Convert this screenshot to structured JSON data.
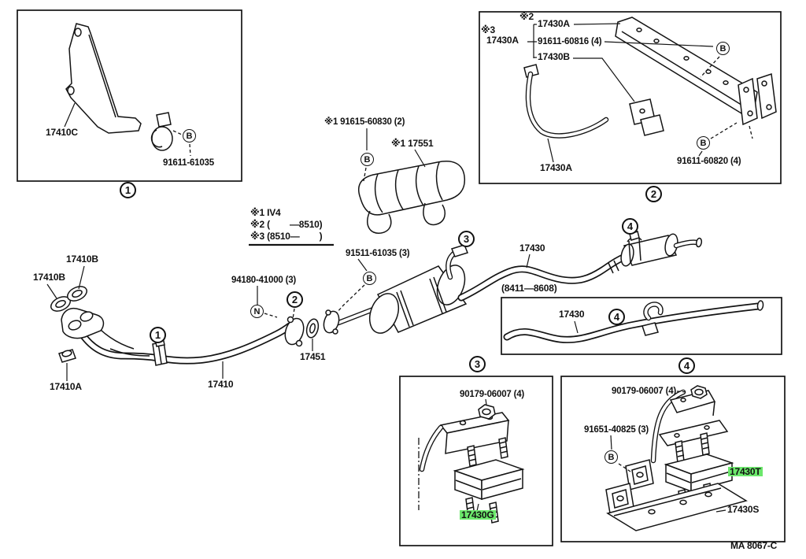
{
  "colors": {
    "highlight": "#6ce86c",
    "line": "#141414"
  },
  "footer": {
    "doc_code": "MA 8067-C"
  },
  "legend": {
    "line1": "※1 IV4",
    "line2": "※2 (        —8510)",
    "line3": "※3 (8510—        )"
  },
  "box1": {
    "callout": "1",
    "part_bracket": "17410C",
    "bolt": "91611-61035",
    "marker": "B"
  },
  "box2": {
    "callout": "2",
    "note2": "※2",
    "note3": "※3",
    "part_a_top": "17430A",
    "part_a_left": "17430A",
    "part_a_bottom": "17430A",
    "bolt_top": "91611-60816 (4)",
    "part_b": "17430B",
    "bolt_bottom": "91611-60820 (4)",
    "marker_top": "B",
    "marker_bottom": "B"
  },
  "heat_shield": {
    "bolt": "※1 91615-60830 (2)",
    "part": "※1 17551",
    "marker": "B"
  },
  "main": {
    "gasket_top": "17410B",
    "gasket_bottom": "17410B",
    "front_pipe": "17410",
    "clamp_part": "17410A",
    "clamp_callout": "1",
    "nut": "94180-41000 (3)",
    "nut_marker": "N",
    "flange_callout": "2",
    "gasket_mid": "17451",
    "bolt": "91511-61035 (3)",
    "bolt_marker": "B",
    "muffler_callout": "3",
    "tail_pipe": "17430",
    "tail_callout": "4"
  },
  "inset": {
    "date_range": "(8411—8608)",
    "pipe": "17430",
    "callout": "4"
  },
  "box3": {
    "callout": "3",
    "nut": "90179-06007 (4)",
    "insulator": "17430G"
  },
  "box4": {
    "callout": "4",
    "nut": "90179-06007 (4)",
    "bolt": "91651-40825 (3)",
    "bolt_marker": "B",
    "insulator": "17430T",
    "bracket": "17430S"
  }
}
